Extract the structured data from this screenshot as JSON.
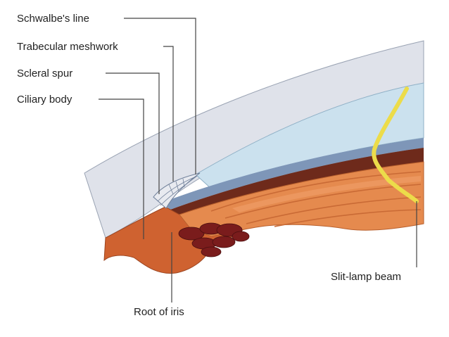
{
  "labels": {
    "schwalbes_line": "Schwalbe's line",
    "trabecular_meshwork": "Trabecular meshwork",
    "scleral_spur": "Scleral spur",
    "ciliary_body": "Ciliary body",
    "slit_lamp_beam": "Slit-lamp beam",
    "root_of_iris": "Root of iris"
  },
  "colors": {
    "sclera": "#dfe2ea",
    "cornea": "#cbe1ee",
    "anterior_chamber": "#b4dbe9",
    "descemet_band": "#7e96b8",
    "uvea_dark": "#6e2a1b",
    "iris": "#e58a4e",
    "iris_light": "#f0a06a",
    "ciliary": "#cf6230",
    "pigment": "#7a1c1c",
    "beam": "#ecdc4a"
  }
}
